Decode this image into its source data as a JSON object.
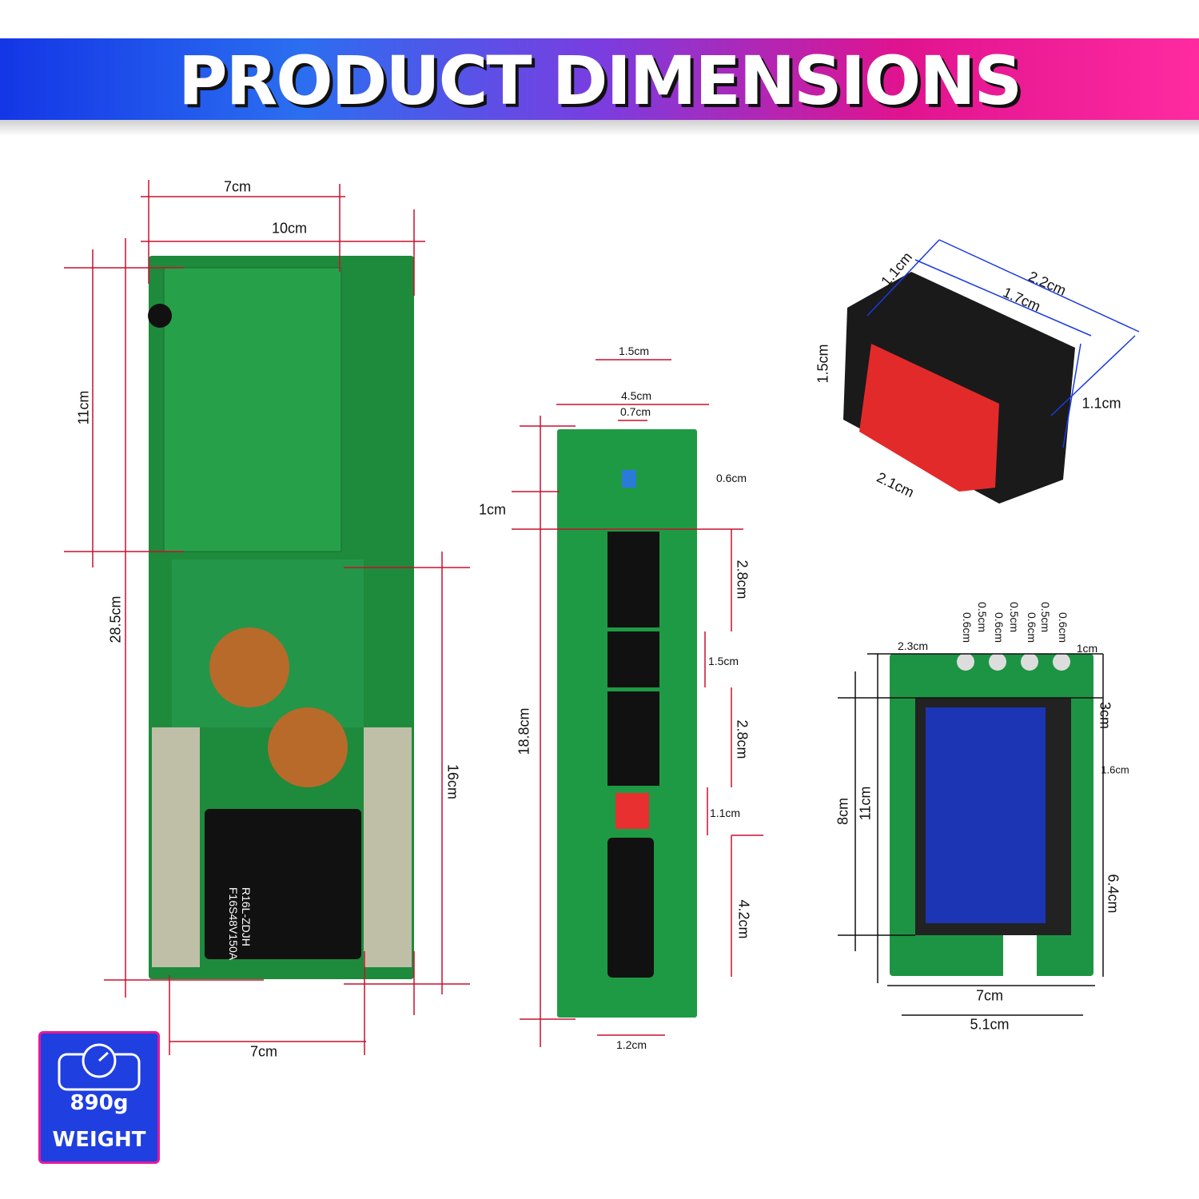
{
  "header": {
    "title": "PRODUCT DIMENSIONS"
  },
  "main_board": {
    "top_width_inner": "7cm",
    "top_width_outer": "10cm",
    "upper_height": "11cm",
    "total_height": "28.5cm",
    "lower_height": "16cm",
    "bottom_width": "7cm",
    "chip_label": "R16L-ZDJH F16S48V150A"
  },
  "comm_board": {
    "top_a": "1.5cm",
    "top_b": "4.5cm",
    "top_c": "0.7cm",
    "switch_offset": "0.6cm",
    "left_offset": "1cm",
    "port1_height": "2.8cm",
    "port2_height": "1.5cm",
    "port3_height": "2.8cm",
    "total_height": "18.8cm",
    "dip_height": "1.1cm",
    "display_height": "4.2cm",
    "bottom_width": "1.2cm"
  },
  "rocker_switch": {
    "depth": "1.1cm",
    "outer_length": "2.2cm",
    "inner_length": "1.7cm",
    "face_height": "1.5cm",
    "side_depth": "1.1cm",
    "face_length": "2.1cm"
  },
  "lcd_board": {
    "left_offset": "2.3cm",
    "button_dims": [
      "0.6cm",
      "0.5cm",
      "0.6cm",
      "0.5cm",
      "0.6cm",
      "0.5cm",
      "0.6cm"
    ],
    "right_offset": "1cm",
    "top_right": "3cm",
    "connector": "1.6cm",
    "screen_height": "8cm",
    "board_height": "11cm",
    "lower_right": "6.4cm",
    "board_width": "7cm",
    "screen_width": "5.1cm"
  },
  "weight_badge": {
    "value": "890g",
    "label": "WEIGHT",
    "icon": "scale-icon"
  },
  "colors": {
    "board_green": "#1e8a3c",
    "dim_red": "#c8102e",
    "dim_blue": "#1a3be0",
    "switch_red": "#e42a2a",
    "badge_blue": "#1f3fe0",
    "badge_border": "#e6189a"
  }
}
